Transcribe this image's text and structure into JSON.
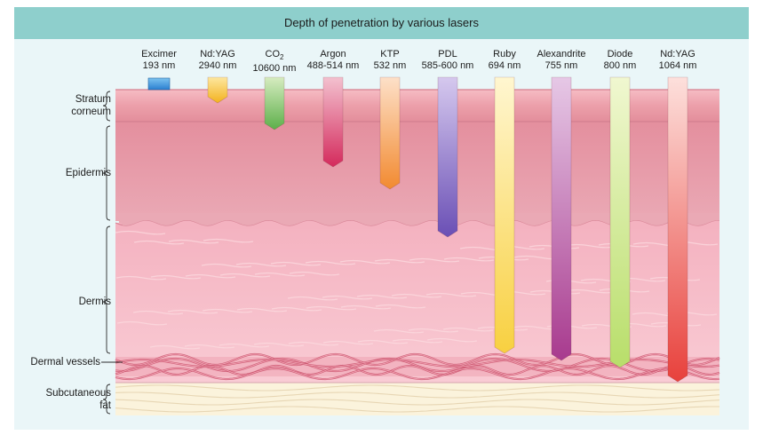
{
  "title": "Depth of penetration by various lasers",
  "lasers": [
    {
      "name": "Excimer",
      "name_sub": "",
      "wavelength": "193 nm",
      "depth": "stratum-surface",
      "color_top": "#7cc3f0",
      "color_bottom": "#2a7fd0"
    },
    {
      "name": "Nd:YAG",
      "name_sub": "",
      "wavelength": "2940 nm",
      "depth": "stratum-mid",
      "color_top": "#fde7a0",
      "color_bottom": "#f3b21e"
    },
    {
      "name": "CO",
      "name_sub": "2",
      "wavelength": "10600 nm",
      "depth": "stratum-base",
      "color_top": "#d6ecc0",
      "color_bottom": "#5daf4a"
    },
    {
      "name": "Argon",
      "name_sub": "",
      "wavelength": "488-514 nm",
      "depth": "epidermis-mid",
      "color_top": "#f3c1cf",
      "color_bottom": "#d42a5c"
    },
    {
      "name": "KTP",
      "name_sub": "",
      "wavelength": "532 nm",
      "depth": "epidermis-deep",
      "color_top": "#fde0c8",
      "color_bottom": "#f28a30"
    },
    {
      "name": "PDL",
      "name_sub": "",
      "wavelength": "585-600 nm",
      "depth": "upper-dermis",
      "color_top": "#d5c8ee",
      "color_bottom": "#6a4fb5"
    },
    {
      "name": "Ruby",
      "name_sub": "",
      "wavelength": "694 nm",
      "depth": "dermal-vessels-top",
      "color_top": "#fff6d0",
      "color_bottom": "#f8d040"
    },
    {
      "name": "Alexandrite",
      "name_sub": "",
      "wavelength": "755 nm",
      "depth": "dermal-vessels",
      "color_top": "#e6c8e6",
      "color_bottom": "#a83a8e"
    },
    {
      "name": "Diode",
      "name_sub": "",
      "wavelength": "800 nm",
      "depth": "dermal-vessels-base",
      "color_top": "#f0f7d0",
      "color_bottom": "#b8de6a"
    },
    {
      "name": "Nd:YAG",
      "name_sub": "",
      "wavelength": "1064 nm",
      "depth": "subcutaneous-top",
      "color_top": "#fde0dc",
      "color_bottom": "#e8413c"
    }
  ],
  "layers": [
    {
      "label_lines": [
        "Stratum",
        "corneum"
      ]
    },
    {
      "label_lines": [
        "Epidermis"
      ]
    },
    {
      "label_lines": [
        "Dermis"
      ]
    },
    {
      "label_lines": [
        "Dermal vessels"
      ]
    },
    {
      "label_lines": [
        "Subcutaneous",
        "fat"
      ]
    }
  ],
  "colors": {
    "title_bar": "#8ecfcc",
    "background": "#eaf6f8",
    "stratum": "#eea7b1",
    "epidermis": "#e7a0ad",
    "dermis": "#f7c4ce",
    "vessels": "#c9506a",
    "fat": "#fbf3dc"
  }
}
